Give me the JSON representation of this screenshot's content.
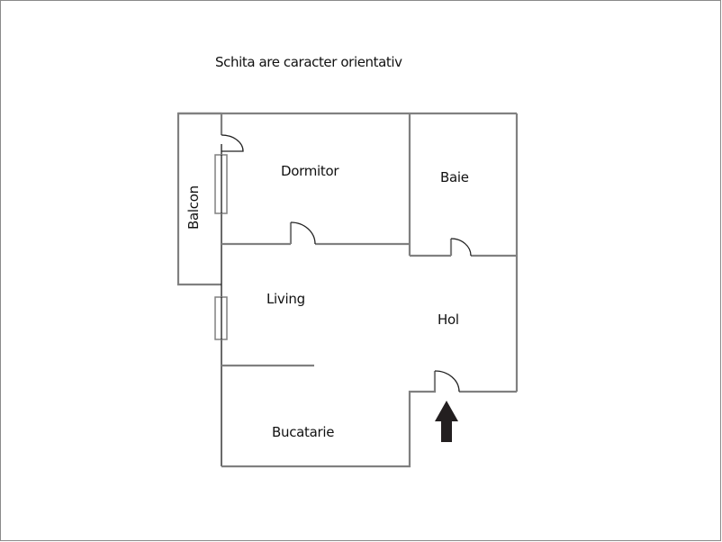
{
  "note": "Schita are caracter orientativ",
  "rooms": {
    "balcon": "Balcon",
    "dormitor": "Dormitor",
    "baie": "Baie",
    "living": "Living",
    "hol": "Hol",
    "bucatarie": "Bucatarie"
  },
  "icons": {
    "entrance": "entrance-arrow-up"
  },
  "colors": {
    "wall": "#808080",
    "outer_wall_line": "#1a1a1a",
    "arrow": "#231f20",
    "text": "#111111",
    "background": "#ffffff"
  }
}
